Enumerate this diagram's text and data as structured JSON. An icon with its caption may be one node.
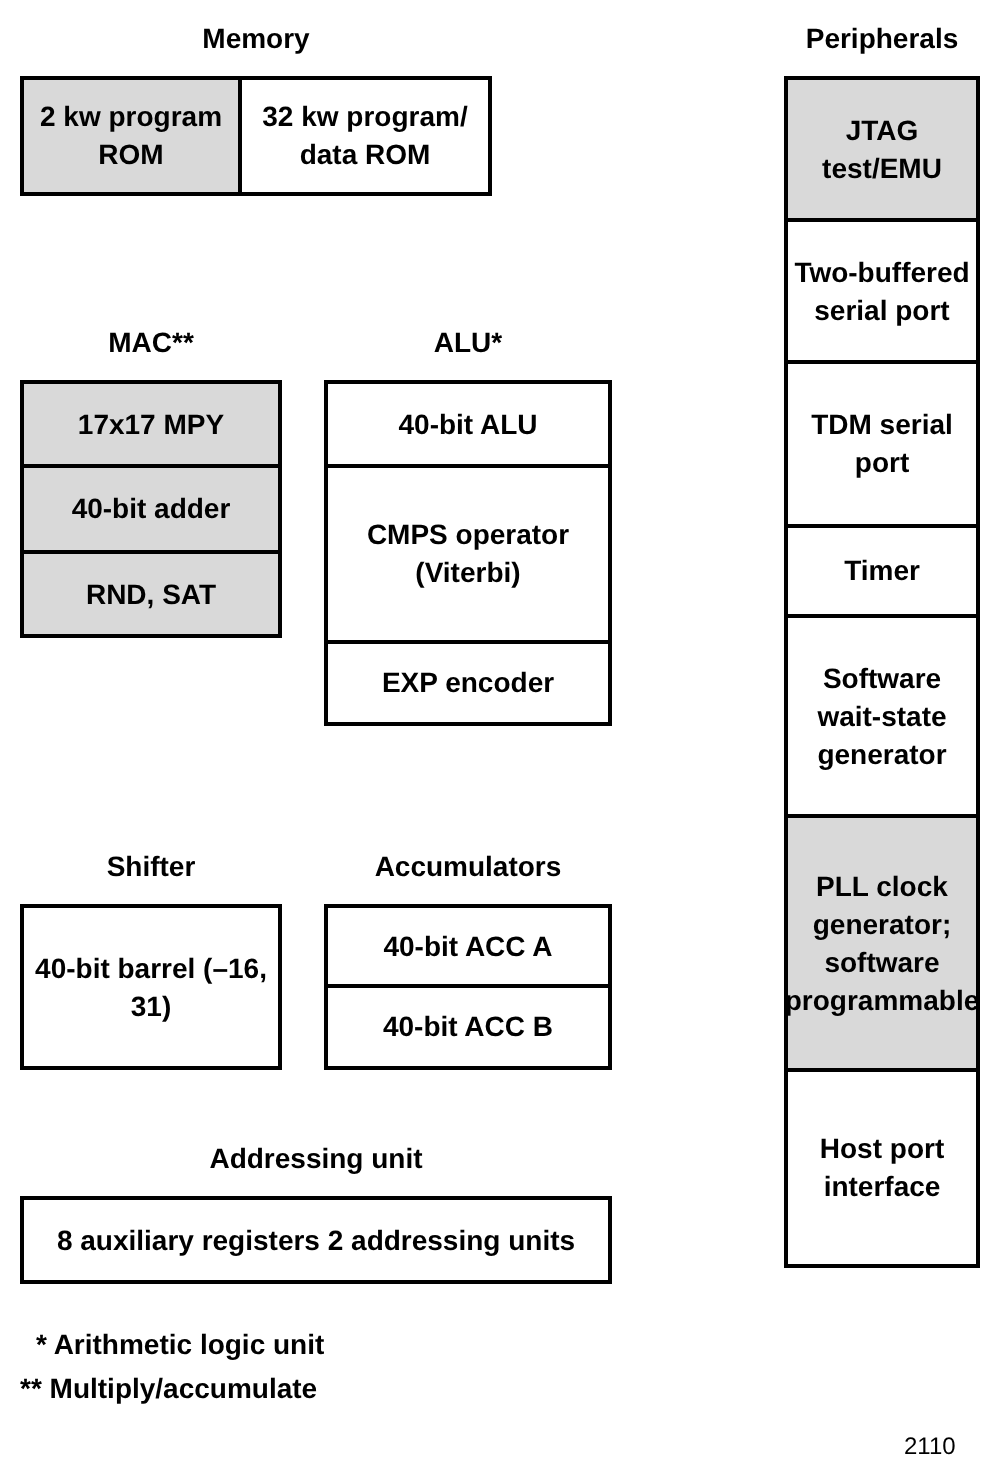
{
  "diagram": {
    "nodes": [
      {
        "text": [
          "Memory"
        ]
      },
      {
        "text": [
          "2 kw program ROM"
        ],
        "in": 0
      },
      {
        "text": [
          "32 kw program/ data ROM"
        ],
        "in": 0
      },
      {
        "text": [
          "Peripherals"
        ]
      },
      {
        "text": [
          "JTAG test/EMU"
        ],
        "in": 3
      },
      {
        "text": [
          "Two-buffered serial port"
        ],
        "in": 3
      },
      {
        "text": [
          "TDM serial port"
        ],
        "in": 3
      },
      {
        "text": [
          "Timer"
        ],
        "in": 3
      },
      {
        "text": [
          "Software wait-state generator"
        ],
        "in": 3
      },
      {
        "text": [
          "PLL clock generator; software programmable"
        ],
        "in": 3
      },
      {
        "text": [
          "Host port interface"
        ],
        "in": 3
      },
      {
        "text": [
          "MAC**"
        ]
      },
      {
        "text": [
          "17x17 MPY"
        ],
        "in": 11
      },
      {
        "text": [
          "40-bit adder"
        ],
        "in": 11
      },
      {
        "text": [
          "RND, SAT"
        ],
        "in": 11
      },
      {
        "text": [
          "ALU*"
        ]
      },
      {
        "text": [
          "40-bit ALU"
        ],
        "in": 15
      },
      {
        "text": [
          "CMPS operator (Viterbi)"
        ],
        "in": 15
      },
      {
        "text": [
          "EXP encoder"
        ],
        "in": 15
      },
      {
        "text": [
          "Shifter",
          "40-bit barrel (–16, 31)"
        ]
      },
      {
        "text": [
          "Accumulators"
        ]
      },
      {
        "text": [
          "40-bit ACC A"
        ],
        "in": 20
      },
      {
        "text": [
          "40-bit ACC B"
        ],
        "in": 20
      },
      {
        "text": [
          "Addressing unit",
          "8 auxiliary registers 2 addressing units"
        ]
      }
    ],
    "labels": [
      "* Arithmetic logic unit",
      "** Multiply/accumulate",
      "2110"
    ]
  }
}
